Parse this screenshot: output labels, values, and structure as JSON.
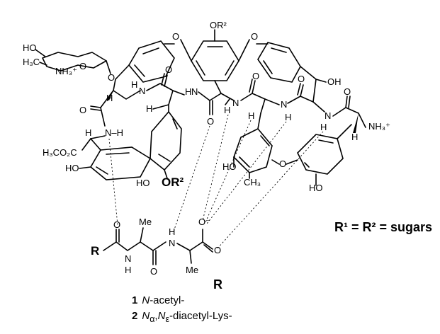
{
  "figure": {
    "atoms": {
      "or2_top": "OR²",
      "ho_sugar": "HO",
      "h3c_sugar": "H₃C",
      "nh3_sugar": "NH₃⁺",
      "o_sugar_ring": "O",
      "o_glyco": "O",
      "o_top_left": "O",
      "o_top_right": "O",
      "oh_top_right": "OH",
      "h_left1": "H",
      "nh_left1": "N",
      "h_left1b": "H",
      "o_amide1": "O",
      "h_amide2": "H",
      "n_amide2": "N",
      "o_amide2": "O",
      "h_amide3": "H",
      "n_amide3": "N",
      "o_amide3": "O",
      "h_mid": "H",
      "o_amide4": "O",
      "n_right": "N",
      "h_right": "H",
      "n_right2": "N",
      "o_right": "O",
      "h_right2": "H",
      "nh3_right": "NH₃⁺",
      "h_right3": "H",
      "o_left_carbonyl": "O",
      "nh_left": "N–H",
      "h_left_c": "H",
      "h3co2c": "H₃CO₂C",
      "ho_left_ring": "HO",
      "ho_or2": "HO",
      "or2_mid": "OR²",
      "ho_mid_ring": "HO",
      "ch3_mid": "CH₃",
      "o_mid_ether": "O",
      "ho_right_ring": "HO",
      "r_label": "R",
      "o_ligand1": "O",
      "n_ligand1": "N",
      "h_ligand1": "H",
      "me1": "Me",
      "h_ligand2": "H",
      "n_ligand2": "N",
      "o_ligand2": "O",
      "me2": "Me",
      "o_carboxylate": "O",
      "o_carboxylate2": "O⁻"
    },
    "formula": "R¹ = R² = sugars"
  },
  "caption": {
    "heading": "R",
    "items": [
      {
        "number": "1",
        "name_italic": "N",
        "name_rest": "-acetyl-"
      },
      {
        "number": "2",
        "name_italic": "N",
        "name_sub1": "α",
        "name_mid": ",",
        "name_italic2": "N",
        "name_sub2": "ε",
        "name_rest": "-diacetyl-Lys-"
      }
    ]
  }
}
